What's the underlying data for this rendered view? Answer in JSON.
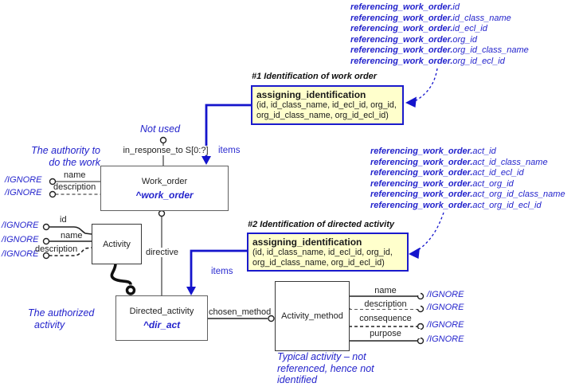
{
  "ref_list_1": [
    {
      "prefix": "referencing_work_order.",
      "suffix": "id"
    },
    {
      "prefix": "referencing_work_order.",
      "suffix": "id_class_name"
    },
    {
      "prefix": "referencing_work_order.",
      "suffix": "id_ecl_id"
    },
    {
      "prefix": "referencing_work_order.",
      "suffix": "org_id"
    },
    {
      "prefix": "referencing_work_order.",
      "suffix": "org_id_class_name"
    },
    {
      "prefix": "referencing_work_order.",
      "suffix": "org_id_ecl_id"
    }
  ],
  "ref_list_2": [
    {
      "prefix": "referencing_work_order.",
      "suffix": "act_id"
    },
    {
      "prefix": "referencing_work_order.",
      "suffix": "act_id_class_name"
    },
    {
      "prefix": "referencing_work_order.",
      "suffix": "act_id_ecl_id"
    },
    {
      "prefix": "referencing_work_order.",
      "suffix": "act_org_id"
    },
    {
      "prefix": "referencing_work_order.",
      "suffix": "act_org_id_class_name"
    },
    {
      "prefix": "referencing_work_order.",
      "suffix": "act_org_id_ecl_id"
    }
  ],
  "note1": {
    "caption": "#1 Identification of work order",
    "title": "assigning_identification",
    "params_line1": "(id, id_class_name, id_ecl_id, org_id,",
    "params_line2": "org_id_class_name, org_id_ecl_id)"
  },
  "note2": {
    "caption": "#2 Identification of directed activity",
    "title": "assigning_identification",
    "params_line1": "(id, id_class_name, id_ecl_id, org_id,",
    "params_line2": "org_id_class_name, org_id_ecl_id)"
  },
  "entities": {
    "work_order": {
      "name": "Work_order",
      "ref": "^work_order"
    },
    "activity": {
      "name": "Activity"
    },
    "directed_activity": {
      "name": "Directed_activity",
      "ref": "^dir_act"
    },
    "activity_method": {
      "name": "Activity_method"
    }
  },
  "attributes": {
    "in_response_to": "in_response_to S[0:?]",
    "directive": "directive",
    "chosen_method": "chosen_method",
    "items_1": "items",
    "items_2": "items",
    "work_order_left": [
      "name",
      "description"
    ],
    "activity_left": [
      "id",
      "name",
      "description"
    ],
    "activity_method_right": [
      "name",
      "description",
      "consequence",
      "purpose"
    ]
  },
  "ignore_label": "/IGNORE",
  "annotations": {
    "not_used": "Not used",
    "authority_line1": "The authority to",
    "authority_line2": "do the work",
    "authorized_line1": "The authorized",
    "authorized_line2": "activity",
    "typical_line1": "Typical activity – not",
    "typical_line2": "referenced, hence not",
    "typical_line3": "identified"
  },
  "colors": {
    "blue_text": "#2323cc",
    "blue_connector": "#1414cc",
    "note_fill": "#ffffcc",
    "note_border": "#1a1acc",
    "line_gray": "#6d6d6d",
    "line_black": "#222222"
  }
}
